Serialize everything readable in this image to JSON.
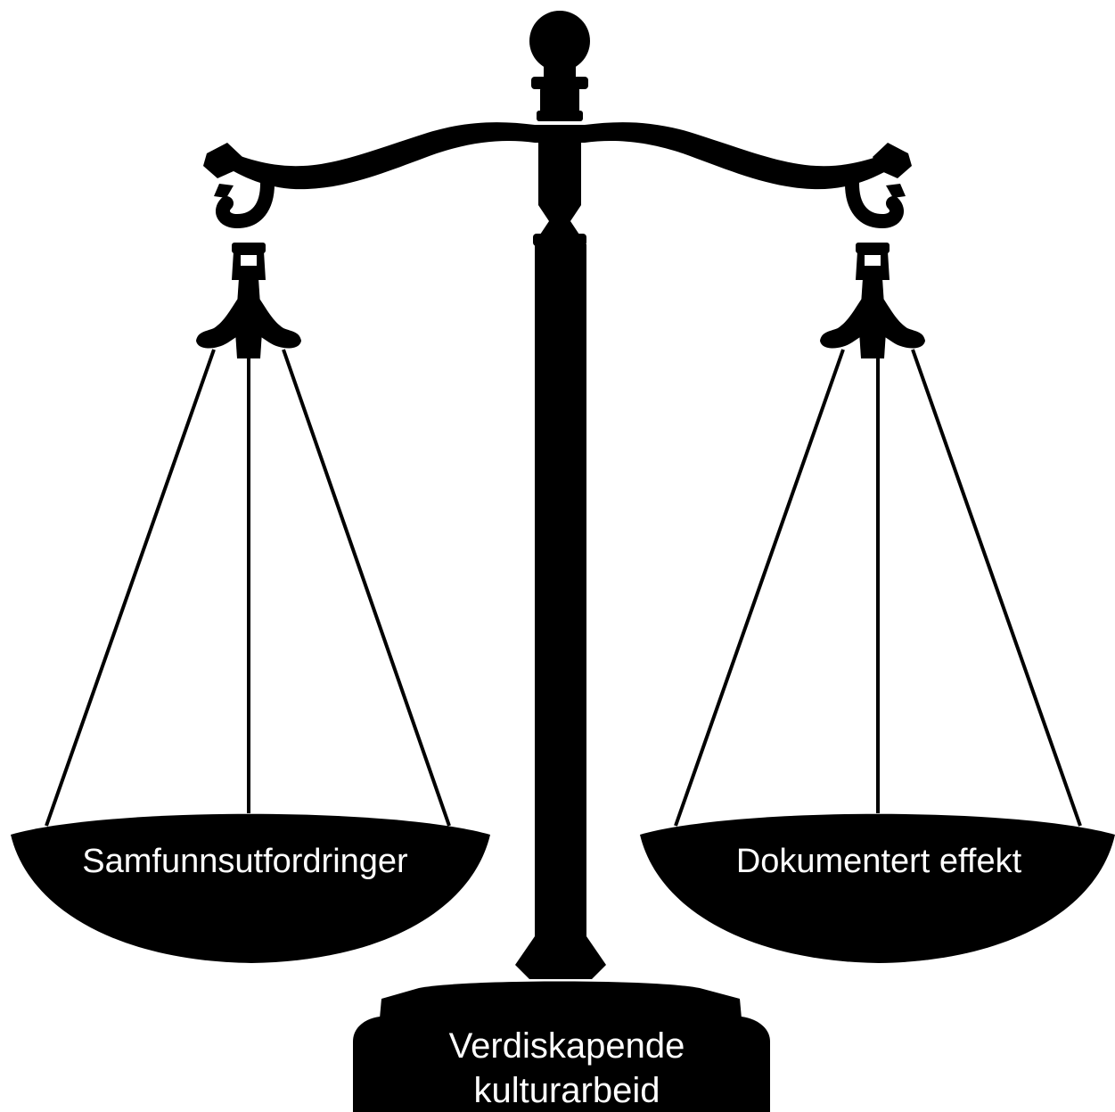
{
  "colors": {
    "silhouette": "#000000",
    "background": "#ffffff",
    "label_text": "#ffffff"
  },
  "labels": {
    "left_pan": "Samfunnsutfordringer",
    "right_pan": "Dokumentert effekt",
    "base_line1": "Verdiskapende",
    "base_line2": "kulturarbeid"
  }
}
